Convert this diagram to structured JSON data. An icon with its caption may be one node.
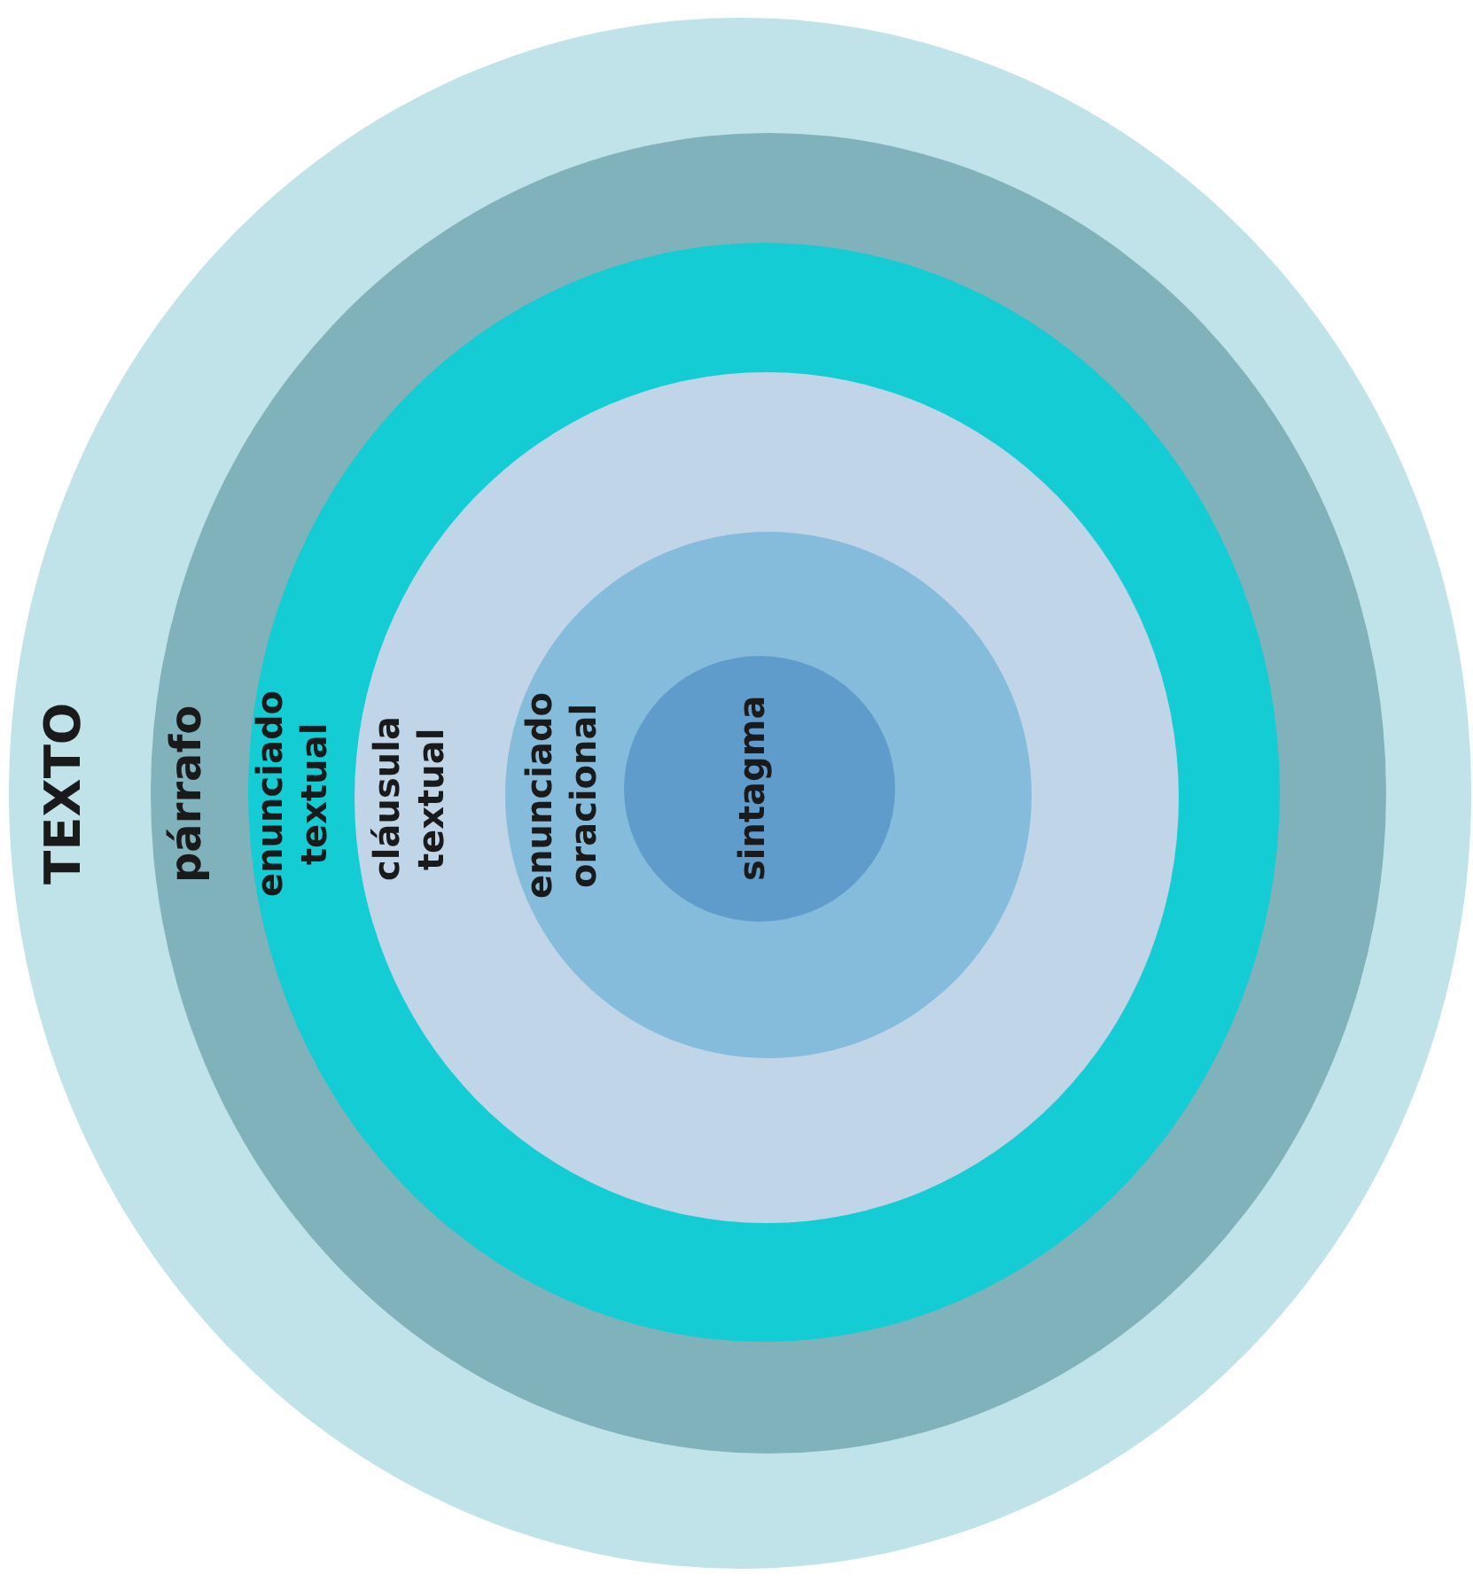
{
  "diagram": {
    "nodes": [
      {
        "text": [
          "TEXTO"
        ]
      },
      {
        "text": [
          "párrafo"
        ],
        "in": 0
      },
      {
        "text": [
          "enunciado textual"
        ],
        "in": 1
      },
      {
        "text": [
          "cláusula textual"
        ],
        "in": 2
      },
      {
        "text": [
          "enunciado oracional"
        ],
        "in": 3
      },
      {
        "text": [
          "sintagma"
        ],
        "in": 4
      }
    ]
  }
}
